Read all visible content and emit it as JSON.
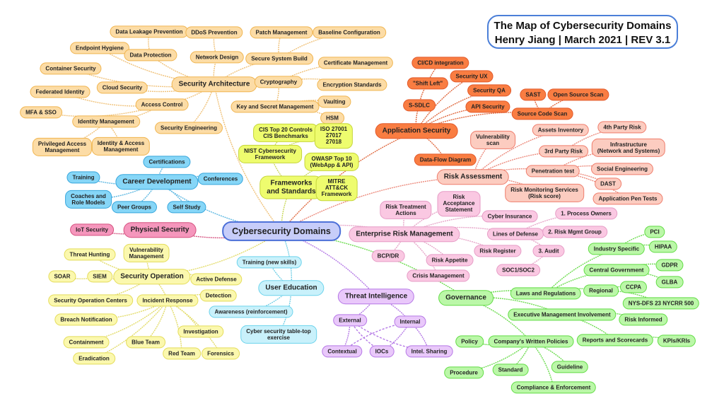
{
  "title": {
    "line1": "The Map of Cybersecurity Domains",
    "line2": "Henry Jiang | March 2021 | REV 3.1"
  },
  "colors": {
    "root": "#4b6fd8",
    "arch": "#f0b550",
    "frameworks": "#c5d53a",
    "appsec": "#e2592a",
    "risk": "#ef7d6c",
    "erm": "#e69cc6",
    "governance": "#62dc45",
    "threat": "#b577e6",
    "education": "#6cd3ec",
    "operations": "#e4dc5a",
    "career": "#37a6dc",
    "physical": "#d5517f"
  },
  "nodes": [
    {
      "id": "root",
      "label": "Cybersecurity Domains",
      "group": "root",
      "parent": null
    },
    {
      "id": "sa",
      "label": "Security Architecture",
      "group": "arch",
      "parent": "root"
    },
    {
      "id": "dlp",
      "label": "Data Leakage Prevention",
      "group": "arch",
      "parent": "dp"
    },
    {
      "id": "ddos",
      "label": "DDoS Prevention",
      "group": "arch",
      "parent": "nd"
    },
    {
      "id": "pm",
      "label": "Patch Management",
      "group": "arch",
      "parent": "ssb"
    },
    {
      "id": "bc",
      "label": "Baseline Configuration",
      "group": "arch",
      "parent": "ssb"
    },
    {
      "id": "eh",
      "label": "Endpoint Hygiene",
      "group": "arch",
      "parent": "sa"
    },
    {
      "id": "dp",
      "label": "Data Protection",
      "group": "arch",
      "parent": "sa"
    },
    {
      "id": "nd",
      "label": "Network Design",
      "group": "arch",
      "parent": "sa"
    },
    {
      "id": "ssb",
      "label": "Secure System Build",
      "group": "arch",
      "parent": "sa"
    },
    {
      "id": "cs",
      "label": "Container Security",
      "group": "arch",
      "parent": "sa"
    },
    {
      "id": "cm",
      "label": "Certificate Management",
      "group": "arch",
      "parent": "cry"
    },
    {
      "id": "cls",
      "label": "Cloud Security",
      "group": "arch",
      "parent": "sa"
    },
    {
      "id": "cry",
      "label": "Cryptography",
      "group": "arch",
      "parent": "sa"
    },
    {
      "id": "es",
      "label": "Encryption Standards",
      "group": "arch",
      "parent": "cry"
    },
    {
      "id": "fi",
      "label": "Federated Identity",
      "group": "arch",
      "parent": "ac"
    },
    {
      "id": "ac",
      "label": "Access Control",
      "group": "arch",
      "parent": "sa"
    },
    {
      "id": "vau",
      "label": "Vaulting",
      "group": "arch",
      "parent": "ksm"
    },
    {
      "id": "ksm",
      "label": "Key and Secret Management",
      "group": "arch",
      "parent": "cry"
    },
    {
      "id": "mfa",
      "label": "MFA & SSO",
      "group": "arch",
      "parent": "ac"
    },
    {
      "id": "hsm",
      "label": "HSM",
      "group": "arch",
      "parent": "ksm"
    },
    {
      "id": "im",
      "label": "Identity Management",
      "group": "arch",
      "parent": "ac"
    },
    {
      "id": "se",
      "label": "Security Engineering",
      "group": "arch",
      "parent": "sa"
    },
    {
      "id": "pam",
      "label": "Privileged Access\nManagement",
      "group": "arch",
      "parent": "im"
    },
    {
      "id": "iam",
      "label": "Identity & Access\nManagement",
      "group": "arch",
      "parent": "im"
    },
    {
      "id": "fs",
      "label": "Frameworks\nand Standards",
      "group": "fw",
      "parent": "root"
    },
    {
      "id": "cis",
      "label": "CIS Top 20 Controls\nCIS Benchmarks",
      "group": "fw",
      "parent": "nist"
    },
    {
      "id": "iso",
      "label": "ISO 27001\n27017\n27018",
      "group": "fw",
      "parent": "nist"
    },
    {
      "id": "nist",
      "label": "NIST Cybersecurity\nFramework",
      "group": "fw",
      "parent": "fs"
    },
    {
      "id": "owasp",
      "label": "OWASP Top 10\n(WebApp & API)",
      "group": "fw",
      "parent": "fs"
    },
    {
      "id": "mitre",
      "label": "MITRE\nATT&CK\nFramework",
      "group": "fw",
      "parent": "fs"
    },
    {
      "id": "as",
      "label": "Application Security",
      "group": "app",
      "parent": "root"
    },
    {
      "id": "cicd",
      "label": "CI/CD integration",
      "group": "app",
      "parent": "shl"
    },
    {
      "id": "shl",
      "label": "\"Shift Left\"",
      "group": "app",
      "parent": "sdlc"
    },
    {
      "id": "sux",
      "label": "Security UX",
      "group": "app",
      "parent": "as"
    },
    {
      "id": "sdlc",
      "label": "S-SDLC",
      "group": "app",
      "parent": "as"
    },
    {
      "id": "sqa",
      "label": "Security QA",
      "group": "app",
      "parent": "as"
    },
    {
      "id": "api",
      "label": "API Security",
      "group": "app",
      "parent": "as"
    },
    {
      "id": "sast",
      "label": "SAST",
      "group": "app",
      "parent": "scs"
    },
    {
      "id": "oss",
      "label": "Open Source Scan",
      "group": "app",
      "parent": "scs"
    },
    {
      "id": "scs",
      "label": "Source Code Scan",
      "group": "app",
      "parent": "as"
    },
    {
      "id": "dfd",
      "label": "Data-Flow Diagram",
      "group": "app",
      "parent": "as"
    },
    {
      "id": "ra",
      "label": "Risk Assessment",
      "group": "risk",
      "parent": "root"
    },
    {
      "id": "vs",
      "label": "Vulnerability\nscan",
      "group": "risk",
      "parent": "ra"
    },
    {
      "id": "ai",
      "label": "Assets Inventory",
      "group": "risk",
      "parent": "ra"
    },
    {
      "id": "p4",
      "label": "4th Party Risk",
      "group": "risk",
      "parent": "p3"
    },
    {
      "id": "p3",
      "label": "3rd Party Risk",
      "group": "risk",
      "parent": "ra"
    },
    {
      "id": "inf",
      "label": "Infrastructure\n(Network and Systems)",
      "group": "risk",
      "parent": "pt"
    },
    {
      "id": "pt",
      "label": "Penetration test",
      "group": "risk",
      "parent": "ra"
    },
    {
      "id": "soe",
      "label": "Social Engineering",
      "group": "risk",
      "parent": "pt"
    },
    {
      "id": "dast",
      "label": "DAST",
      "group": "risk",
      "parent": "pt"
    },
    {
      "id": "apt",
      "label": "Application Pen Tests",
      "group": "risk",
      "parent": "pt"
    },
    {
      "id": "rms",
      "label": "Risk Monitoring Services\n(Risk score)",
      "group": "risk",
      "parent": "ra"
    },
    {
      "id": "erm",
      "label": "Enterprise Risk Management",
      "group": "erm",
      "parent": "root"
    },
    {
      "id": "rta",
      "label": "Risk Treatment\nActions",
      "group": "erm",
      "parent": "erm"
    },
    {
      "id": "ras",
      "label": "Risk\nAcceptance\nStatement",
      "group": "erm",
      "parent": "erm"
    },
    {
      "id": "ci",
      "label": "Cyber Insurance",
      "group": "erm",
      "parent": "erm"
    },
    {
      "id": "po",
      "label": "1. Process Owners",
      "group": "erm",
      "parent": "lod"
    },
    {
      "id": "lod",
      "label": "Lines of Defense",
      "group": "erm",
      "parent": "erm"
    },
    {
      "id": "rmg",
      "label": "2. Risk Mgmt Group",
      "group": "erm",
      "parent": "lod"
    },
    {
      "id": "rr",
      "label": "Risk Register",
      "group": "erm",
      "parent": "erm"
    },
    {
      "id": "aud",
      "label": "3. Audit",
      "group": "erm",
      "parent": "lod"
    },
    {
      "id": "bcp",
      "label": "BCP/DR",
      "group": "erm",
      "parent": "erm"
    },
    {
      "id": "rap",
      "label": "Risk Appetite",
      "group": "erm",
      "parent": "erm"
    },
    {
      "id": "soc",
      "label": "SOC1/SOC2",
      "group": "erm",
      "parent": "aud"
    },
    {
      "id": "crm",
      "label": "Crisis Management",
      "group": "erm",
      "parent": "erm"
    },
    {
      "id": "gov",
      "label": "Governance",
      "group": "gov",
      "parent": "root"
    },
    {
      "id": "lr",
      "label": "Laws and Regulations",
      "group": "gov",
      "parent": "gov"
    },
    {
      "id": "ind",
      "label": "Industry Specific",
      "group": "gov",
      "parent": "lr"
    },
    {
      "id": "pci",
      "label": "PCI",
      "group": "gov",
      "parent": "ind"
    },
    {
      "id": "hip",
      "label": "HIPAA",
      "group": "gov",
      "parent": "ind"
    },
    {
      "id": "cg",
      "label": "Central Government",
      "group": "gov",
      "parent": "lr"
    },
    {
      "id": "gdpr",
      "label": "GDPR",
      "group": "gov",
      "parent": "cg"
    },
    {
      "id": "glba",
      "label": "GLBA",
      "group": "gov",
      "parent": "cg"
    },
    {
      "id": "reg",
      "label": "Regional",
      "group": "gov",
      "parent": "lr"
    },
    {
      "id": "ccpa",
      "label": "CCPA",
      "group": "gov",
      "parent": "reg"
    },
    {
      "id": "nys",
      "label": "NYS-DFS 23 NYCRR 500",
      "group": "gov",
      "parent": "reg"
    },
    {
      "id": "emi",
      "label": "Executive Management Involvement",
      "group": "gov",
      "parent": "gov"
    },
    {
      "id": "ri",
      "label": "Risk Informed",
      "group": "gov",
      "parent": "emi"
    },
    {
      "id": "rsc",
      "label": "Reports and Scorecards",
      "group": "gov",
      "parent": "emi"
    },
    {
      "id": "kpi",
      "label": "KPIs/KRIs",
      "group": "gov",
      "parent": "rsc"
    },
    {
      "id": "cwp",
      "label": "Company's Written Policies",
      "group": "gov",
      "parent": "gov"
    },
    {
      "id": "pol",
      "label": "Policy",
      "group": "gov",
      "parent": "cwp"
    },
    {
      "id": "pro",
      "label": "Procedure",
      "group": "gov",
      "parent": "cwp"
    },
    {
      "id": "std",
      "label": "Standard",
      "group": "gov",
      "parent": "cwp"
    },
    {
      "id": "gl",
      "label": "Guideline",
      "group": "gov",
      "parent": "cwp"
    },
    {
      "id": "ce",
      "label": "Compliance & Enforcement",
      "group": "gov",
      "parent": "cwp"
    },
    {
      "id": "ti",
      "label": "Threat Intelligence",
      "group": "ti",
      "parent": "root"
    },
    {
      "id": "ext",
      "label": "External",
      "group": "ti",
      "parent": "ti"
    },
    {
      "id": "int",
      "label": "Internal",
      "group": "ti",
      "parent": "ti"
    },
    {
      "id": "ctx",
      "label": "Contextual",
      "group": "ti",
      "parent": "ext"
    },
    {
      "id": "ioc",
      "label": "IOCs",
      "group": "ti",
      "parent": "int"
    },
    {
      "id": "shr",
      "label": "Intel. Sharing",
      "group": "ti",
      "parent": "int"
    },
    {
      "id": "ue",
      "label": "User Education",
      "group": "edu",
      "parent": "root"
    },
    {
      "id": "tns",
      "label": "Training (new skills)",
      "group": "edu",
      "parent": "ue"
    },
    {
      "id": "awr",
      "label": "Awareness (reinforcement)",
      "group": "edu",
      "parent": "ue"
    },
    {
      "id": "ttx",
      "label": "Cyber security table-top\nexercise",
      "group": "edu",
      "parent": "ue"
    },
    {
      "id": "cd",
      "label": "Career Development",
      "group": "car",
      "parent": "root"
    },
    {
      "id": "cert",
      "label": "Certifications",
      "group": "car",
      "parent": "cd"
    },
    {
      "id": "trn",
      "label": "Training",
      "group": "car",
      "parent": "cd"
    },
    {
      "id": "conf",
      "label": "Conferences",
      "group": "car",
      "parent": "cd"
    },
    {
      "id": "coa",
      "label": "Coaches and\nRole Models",
      "group": "car",
      "parent": "cd"
    },
    {
      "id": "peer",
      "label": "Peer Groups",
      "group": "car",
      "parent": "cd"
    },
    {
      "id": "ss",
      "label": "Self Study",
      "group": "car",
      "parent": "cd"
    },
    {
      "id": "ps",
      "label": "Physical Security",
      "group": "phy",
      "parent": "root"
    },
    {
      "id": "iot",
      "label": "IoT Security",
      "group": "phy",
      "parent": "ps"
    },
    {
      "id": "so",
      "label": "Security Operation",
      "group": "ops",
      "parent": "root"
    },
    {
      "id": "th",
      "label": "Threat Hunting",
      "group": "ops",
      "parent": "so"
    },
    {
      "id": "vm",
      "label": "Vulnerability\nManagement",
      "group": "ops",
      "parent": "so"
    },
    {
      "id": "soar",
      "label": "SOAR",
      "group": "ops",
      "parent": "siem"
    },
    {
      "id": "siem",
      "label": "SIEM",
      "group": "ops",
      "parent": "so"
    },
    {
      "id": "ad",
      "label": "Active Defense",
      "group": "ops",
      "parent": "so"
    },
    {
      "id": "socc",
      "label": "Security Operation Centers",
      "group": "ops",
      "parent": "so"
    },
    {
      "id": "ir",
      "label": "Incident Response",
      "group": "ops",
      "parent": "so"
    },
    {
      "id": "det",
      "label": "Detection",
      "group": "ops",
      "parent": "ir"
    },
    {
      "id": "bn",
      "label": "Breach Notification",
      "group": "ops",
      "parent": "ir"
    },
    {
      "id": "inv",
      "label": "Investigation",
      "group": "ops",
      "parent": "ir"
    },
    {
      "id": "con",
      "label": "Containment",
      "group": "ops",
      "parent": "ir"
    },
    {
      "id": "bt",
      "label": "Blue Team",
      "group": "ops",
      "parent": "ir"
    },
    {
      "id": "rt",
      "label": "Red Team",
      "group": "ops",
      "parent": "ir"
    },
    {
      "id": "for",
      "label": "Forensics",
      "group": "ops",
      "parent": "ir"
    },
    {
      "id": "era",
      "label": "Eradication",
      "group": "ops",
      "parent": "ir"
    }
  ],
  "cross_links": [
    [
      "ctx",
      "int"
    ],
    [
      "ioc",
      "ext"
    ],
    [
      "shr",
      "ext"
    ]
  ]
}
